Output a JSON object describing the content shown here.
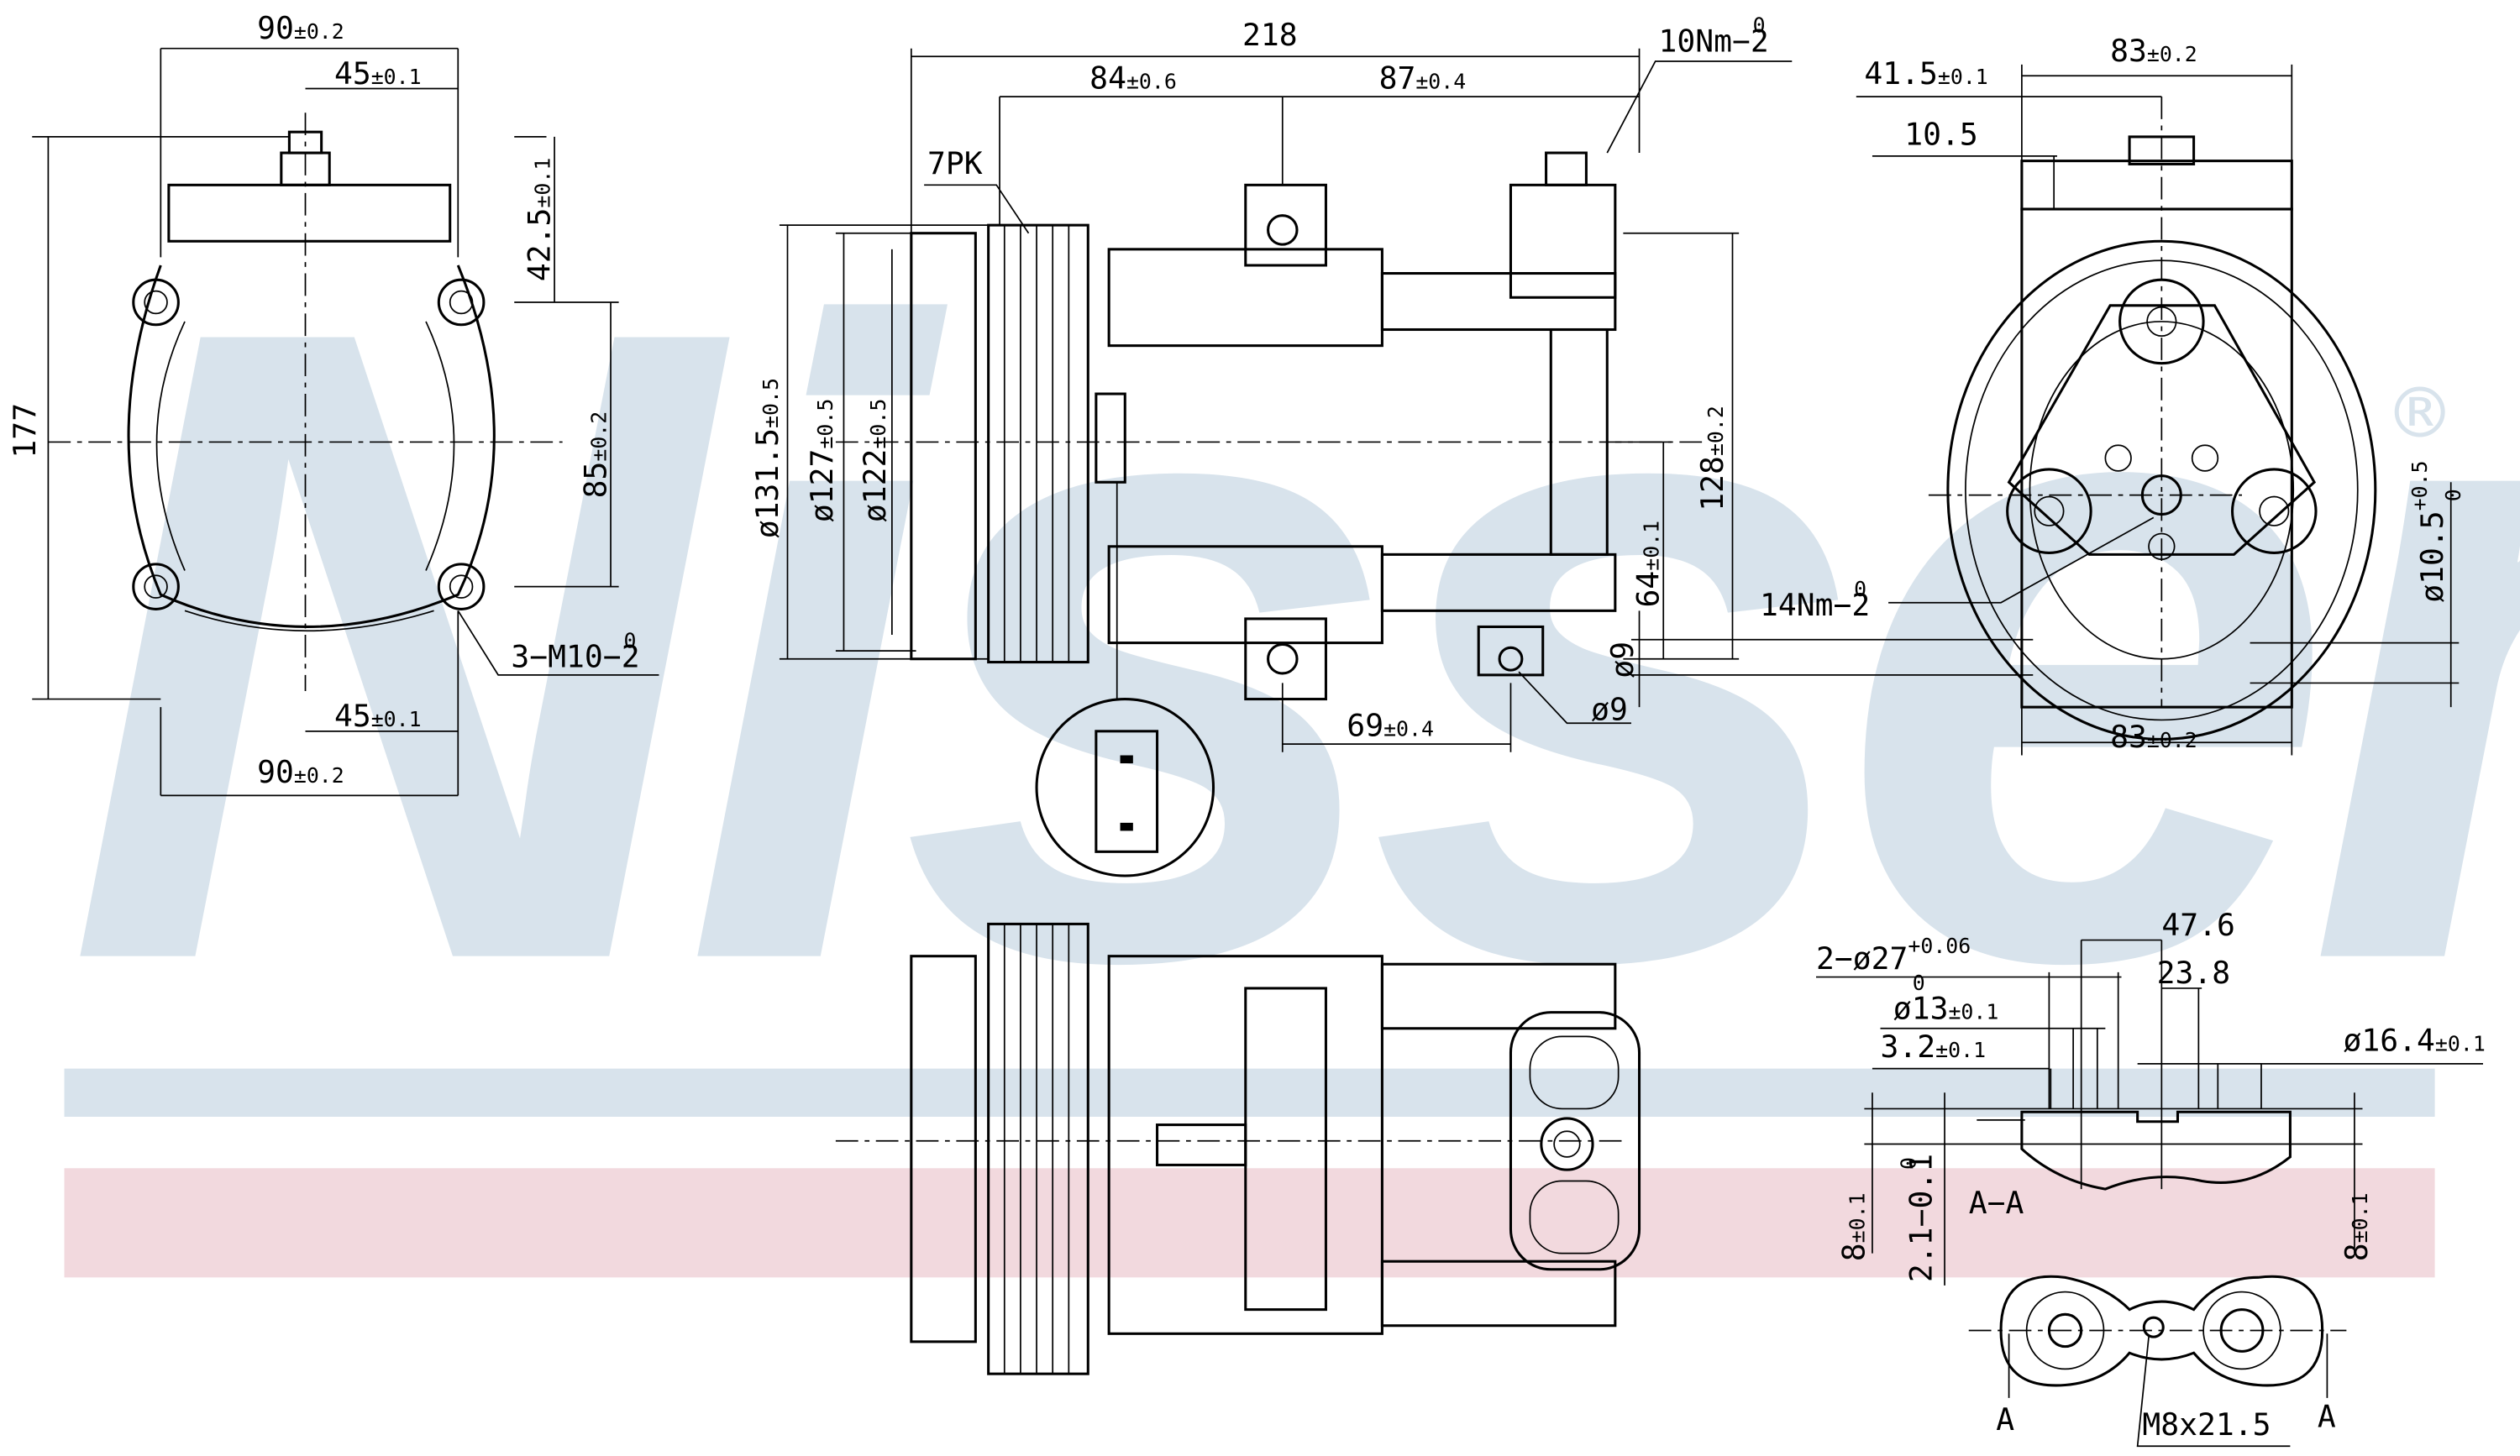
{
  "brand": {
    "watermark": "Nissens",
    "registered_mark": "®",
    "band_blue": "#d8e3ec",
    "band_pink": "#f2d9de"
  },
  "left_view": {
    "top_width": {
      "main": "90",
      "tol": "±0.2"
    },
    "top_half": {
      "main": "45",
      "tol": "±0.1"
    },
    "height_total": "177",
    "bolt_offset": {
      "main": "42.5",
      "tol": "±0.1"
    },
    "bolt_spacing": {
      "main": "85",
      "tol": "±0.2"
    },
    "thread_label": {
      "main": "3−M10−2",
      "sup": "0"
    },
    "bottom_half": {
      "main": "45",
      "tol": "±0.1"
    },
    "bottom_width": {
      "main": "90",
      "tol": "±0.2"
    }
  },
  "side_view": {
    "overall_length": "218",
    "len_a": {
      "main": "84",
      "tol": "±0.6"
    },
    "len_b": {
      "main": "87",
      "tol": "±0.4"
    },
    "torque_top": {
      "main": "10Nm−2",
      "sup": "0"
    },
    "pulley_type": "7PK",
    "dia_1": {
      "main": "ø131.5",
      "tol": "±0.5"
    },
    "dia_2": {
      "main": "ø127",
      "tol": "±0.5"
    },
    "dia_3": {
      "main": "ø122",
      "tol": "±0.5"
    },
    "height": {
      "main": "128",
      "tol": "±0.2"
    },
    "height_half": {
      "main": "64",
      "tol": "±0.1"
    },
    "mount_offset": {
      "main": "69",
      "tol": "±0.4"
    },
    "hole_dia": "ø9"
  },
  "rear_view": {
    "offset_a": {
      "main": "41.5",
      "tol": "±0.1"
    },
    "width_top": {
      "main": "83",
      "tol": "±0.2"
    },
    "offset_b": "10.5",
    "torque": {
      "main": "14Nm−2",
      "sup": "0"
    },
    "bore": {
      "main": "ø10.5",
      "sup": "+0.5",
      "sub": "0"
    },
    "hole_dia": "ø9",
    "width_bottom": {
      "main": "83",
      "tol": "±0.2"
    }
  },
  "port_detail": {
    "port_dia": {
      "main": "2−ø27",
      "sup": "+0.06",
      "sub": "0"
    },
    "spacing": "47.6",
    "half_spacing": "23.8",
    "inner_dia": {
      "main": "ø13",
      "tol": "±0.1"
    },
    "groove": {
      "main": "3.2",
      "tol": "±0.1"
    },
    "outer_dia": {
      "main": "ø16.4",
      "tol": "±0.1"
    },
    "thickness_left": {
      "main": "8",
      "tol": "±0.1"
    },
    "step": {
      "main": "2.1−0.1",
      "sup": "0"
    },
    "section_label": "A−A",
    "thickness_right": {
      "main": "8",
      "tol": "±0.1"
    },
    "section_mark_left": "A",
    "bolt": "M8x21.5",
    "section_mark_right": "A"
  }
}
